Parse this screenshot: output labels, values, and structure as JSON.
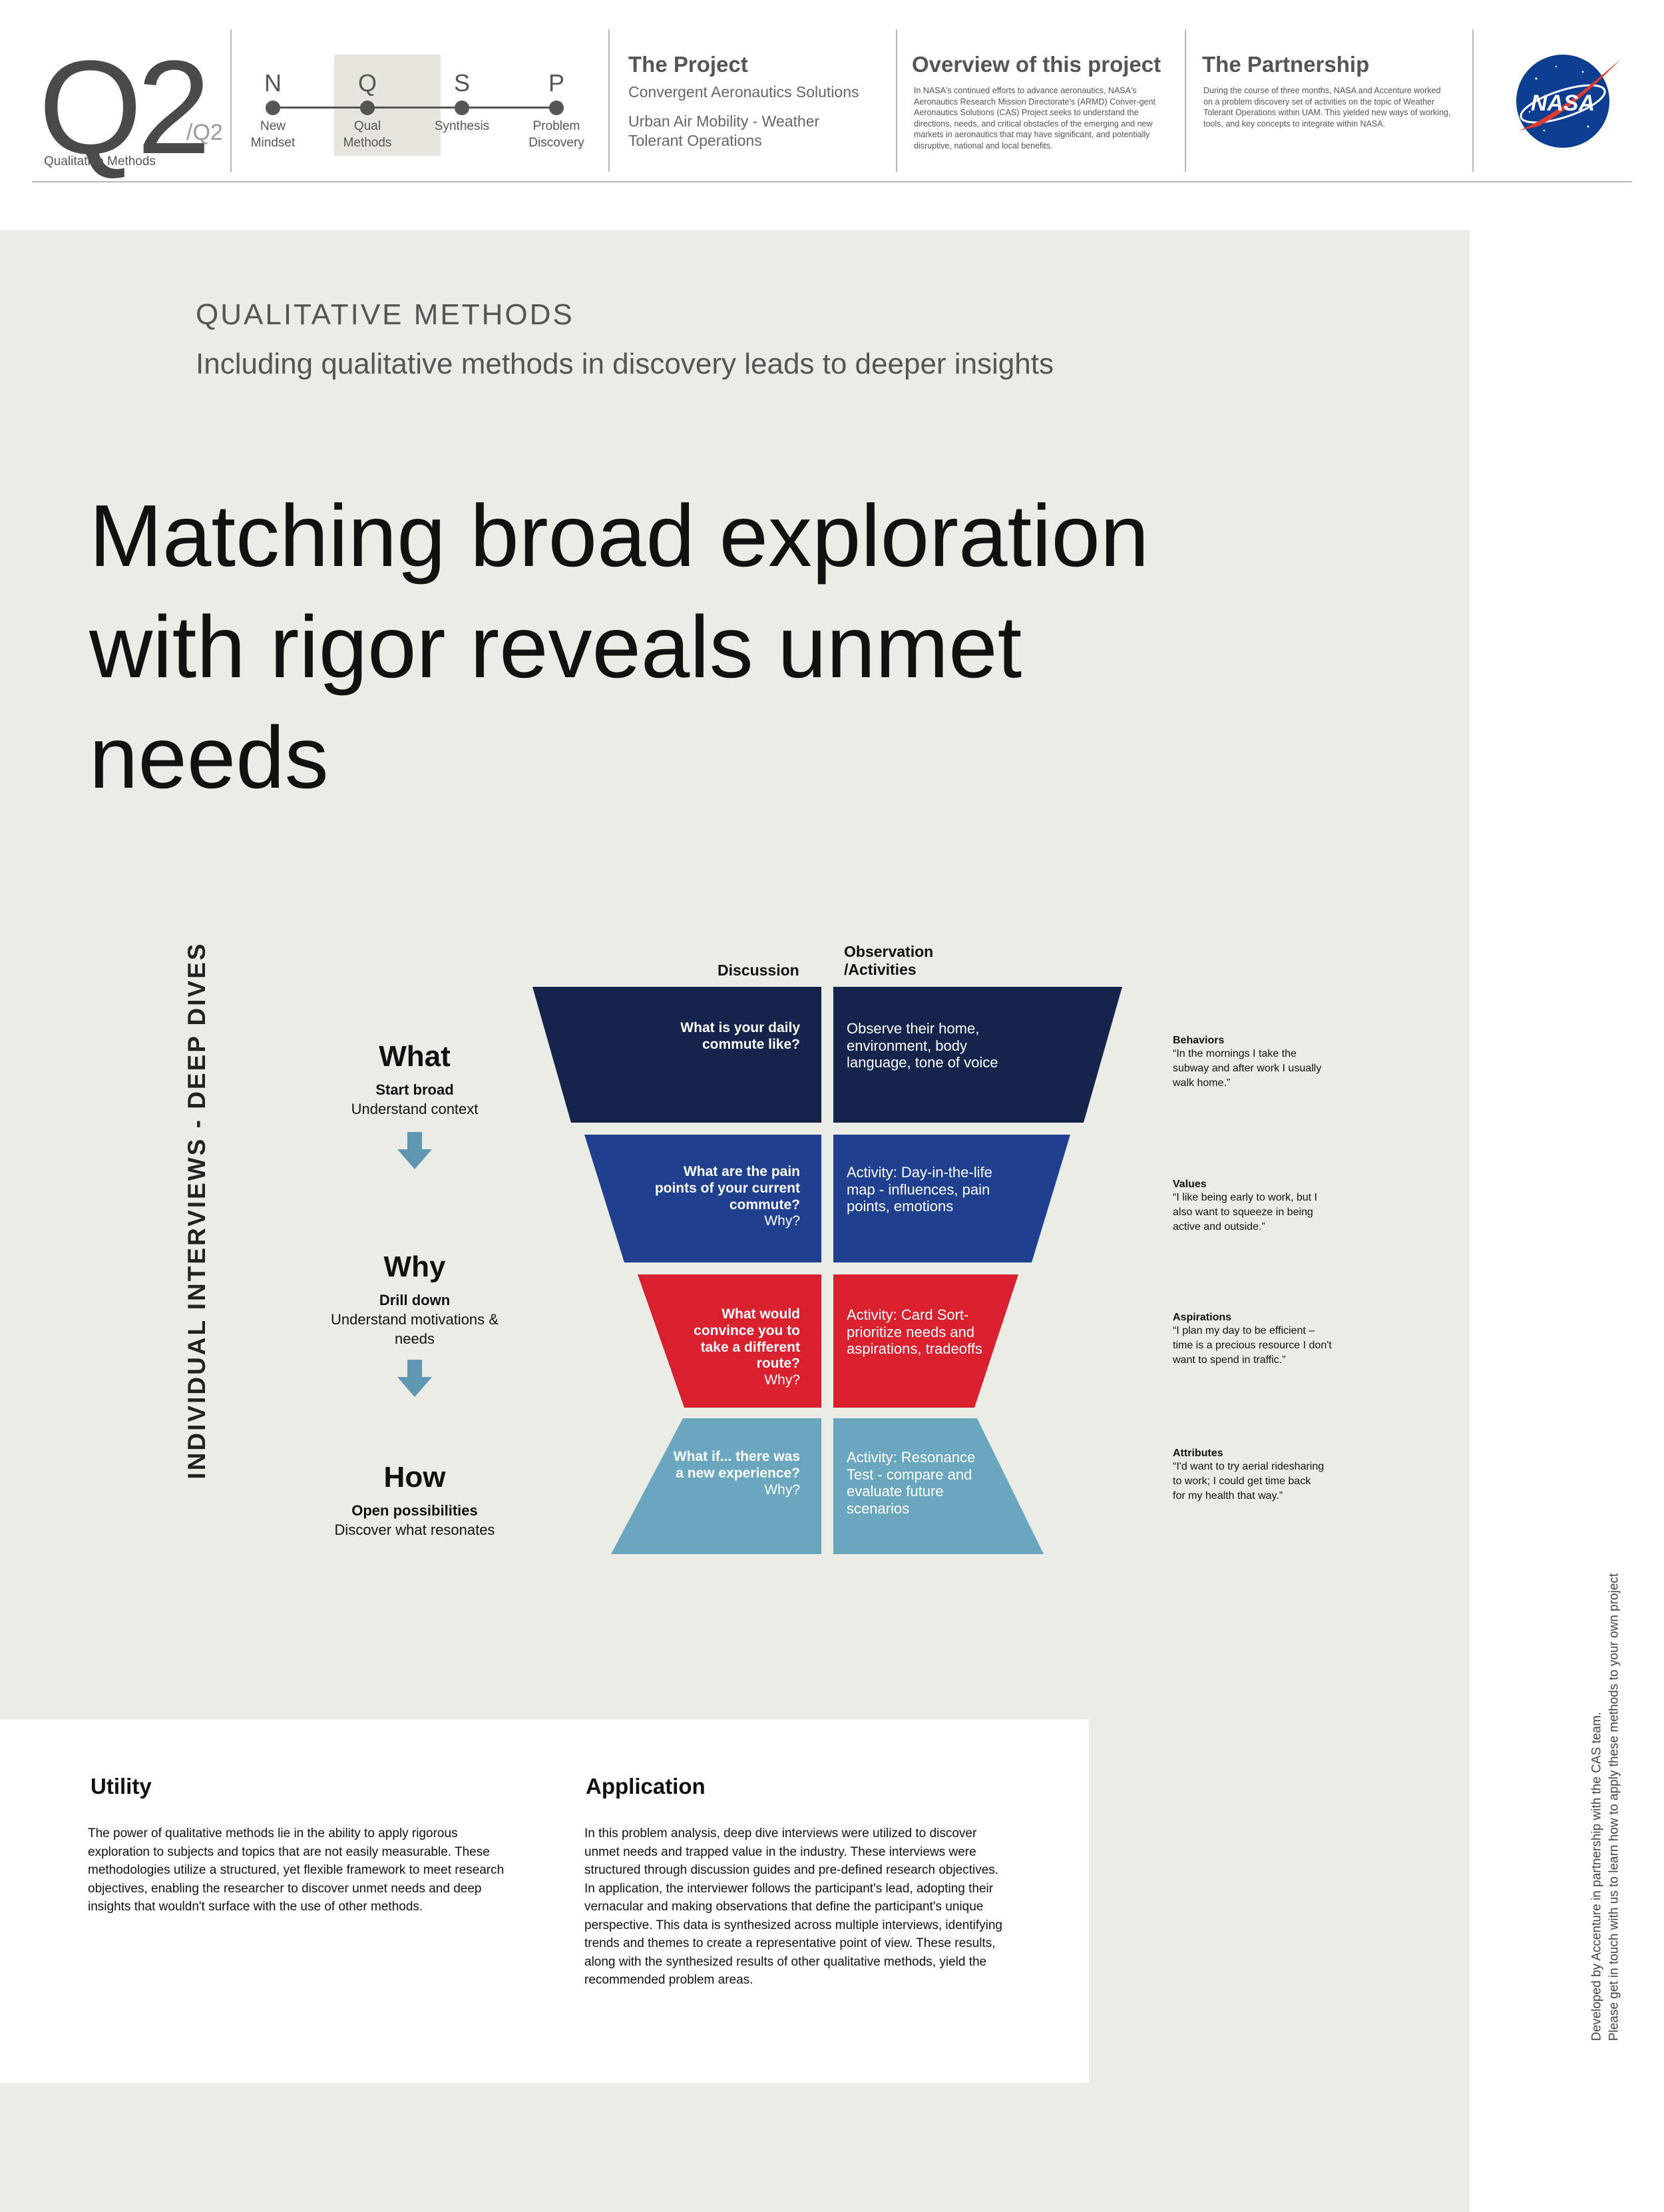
{
  "header": {
    "big_code": "Q2",
    "small_code": "/Q2",
    "caption": "Qualitative Methods",
    "steps": [
      {
        "letter": "N",
        "label": "New\nMindset"
      },
      {
        "letter": "Q",
        "label": "Qual\nMethods"
      },
      {
        "letter": "S",
        "label": "Synthesis"
      },
      {
        "letter": "P",
        "label": "Problem\nDiscovery"
      }
    ],
    "project": {
      "title": "The Project",
      "line1": "Convergent Aeronautics Solutions",
      "line2": "Urban Air Mobility - Weather Tolerant Operations"
    },
    "overview": {
      "title": "Overview of this project",
      "body": "In NASA's continued efforts to advance aeronautics, NASA's Aeronautics Research Mission Directorate's (ARMD) Conver-gent Aeronautics Solutions (CAS) Project seeks to understand the directions, needs, and critical obstacles of the emerging and new markets in aeronautics that may have significant, and potentially disruptive, national and local benefits."
    },
    "partnership": {
      "title": "The Partnership",
      "body": "During the course of three months, NASA and Accenture worked on a problem discovery set of activities on the topic of Weather Tolerant Operations within UAM.  This yielded new ways of working, tools, and key concepts to integrate within NASA."
    },
    "logo_text": "NASA",
    "logo_colors": {
      "blue": "#0b3d91",
      "red": "#e03c31"
    }
  },
  "main": {
    "eyebrow": "QUALITATIVE METHODS",
    "subhead": "Including qualitative methods in discovery leads to deeper insights",
    "headline": "Matching broad exploration with rigor reveals unmet needs",
    "vertical_label": "INDIVIDUAL INTERVIEWS - DEEP DIVES",
    "stages": [
      {
        "title": "What",
        "bold": "Start broad",
        "text": "Understand context"
      },
      {
        "title": "Why",
        "bold": "Drill down",
        "text": "Understand motivations & needs"
      },
      {
        "title": "How",
        "bold": "Open possibilities",
        "text": "Discover what resonates"
      }
    ],
    "columns": {
      "discussion": "Discussion",
      "observation": "Observation\n/Activities"
    },
    "funnel": [
      {
        "color": "#14244a",
        "question": "What is your daily commute like?",
        "why": "",
        "activity": "Observe their home, environment, body language, tone of voice"
      },
      {
        "color": "#1f3f8f",
        "question": "What are the pain points of your current commute?",
        "why": "Why?",
        "activity": "Activity: Day-in-the-life map - influences, pain points, emotions"
      },
      {
        "color": "#d9202f",
        "question": "What would convince you to take a different route?",
        "why": "Why?",
        "activity": "Activity: Card Sort-prioritize needs and aspirations, tradeoffs"
      },
      {
        "color": "#6aa6bd",
        "question": "What if... there was a new experience?",
        "why": "Why?",
        "activity": "Activity: Resonance Test - compare and evaluate future scenarios"
      }
    ],
    "arrow_color": "#5f96b1",
    "quotes": [
      {
        "title": "Behaviors",
        "text": "“In the mornings I take the subway and after work I usually walk home.”"
      },
      {
        "title": "Values",
        "text": "“I like being early to work, but I also want to squeeze in being active and outside.”"
      },
      {
        "title": "Aspirations",
        "text": "“I plan my day to be efficient – time is a precious resource I don't want to spend in traffic.”"
      },
      {
        "title": "Attributes",
        "text": "“I'd want to try aerial ridesharing to work; I could get time back for my health that way.”"
      }
    ]
  },
  "bottom": {
    "utility": {
      "title": "Utility",
      "body": "The power of qualitative methods lie in the ability to apply rigorous exploration to subjects and topics that are not easily measurable. These methodologies utilize a structured, yet flexible framework to meet research objectives, enabling the researcher to discover unmet needs and deep insights that wouldn't surface with the use of other methods."
    },
    "application": {
      "title": "Application",
      "body": "In this problem analysis, deep dive interviews were utilized to discover unmet needs and trapped value in the industry. These interviews were structured through discussion guides and pre-defined research objectives. In application, the interviewer follows the participant's lead, adopting their vernacular and making observations that define the participant's unique perspective. This data is synthesized across multiple interviews, identifying trends and themes to create a representative point of view. These results, along with the synthesized results of other qualitative methods, yield the recommended problem areas."
    }
  },
  "credit": {
    "line1": "Developed by Accenture in partnership with the CAS team.",
    "line2": "Please get in touch with us to learn how to apply these methods to your own project"
  }
}
